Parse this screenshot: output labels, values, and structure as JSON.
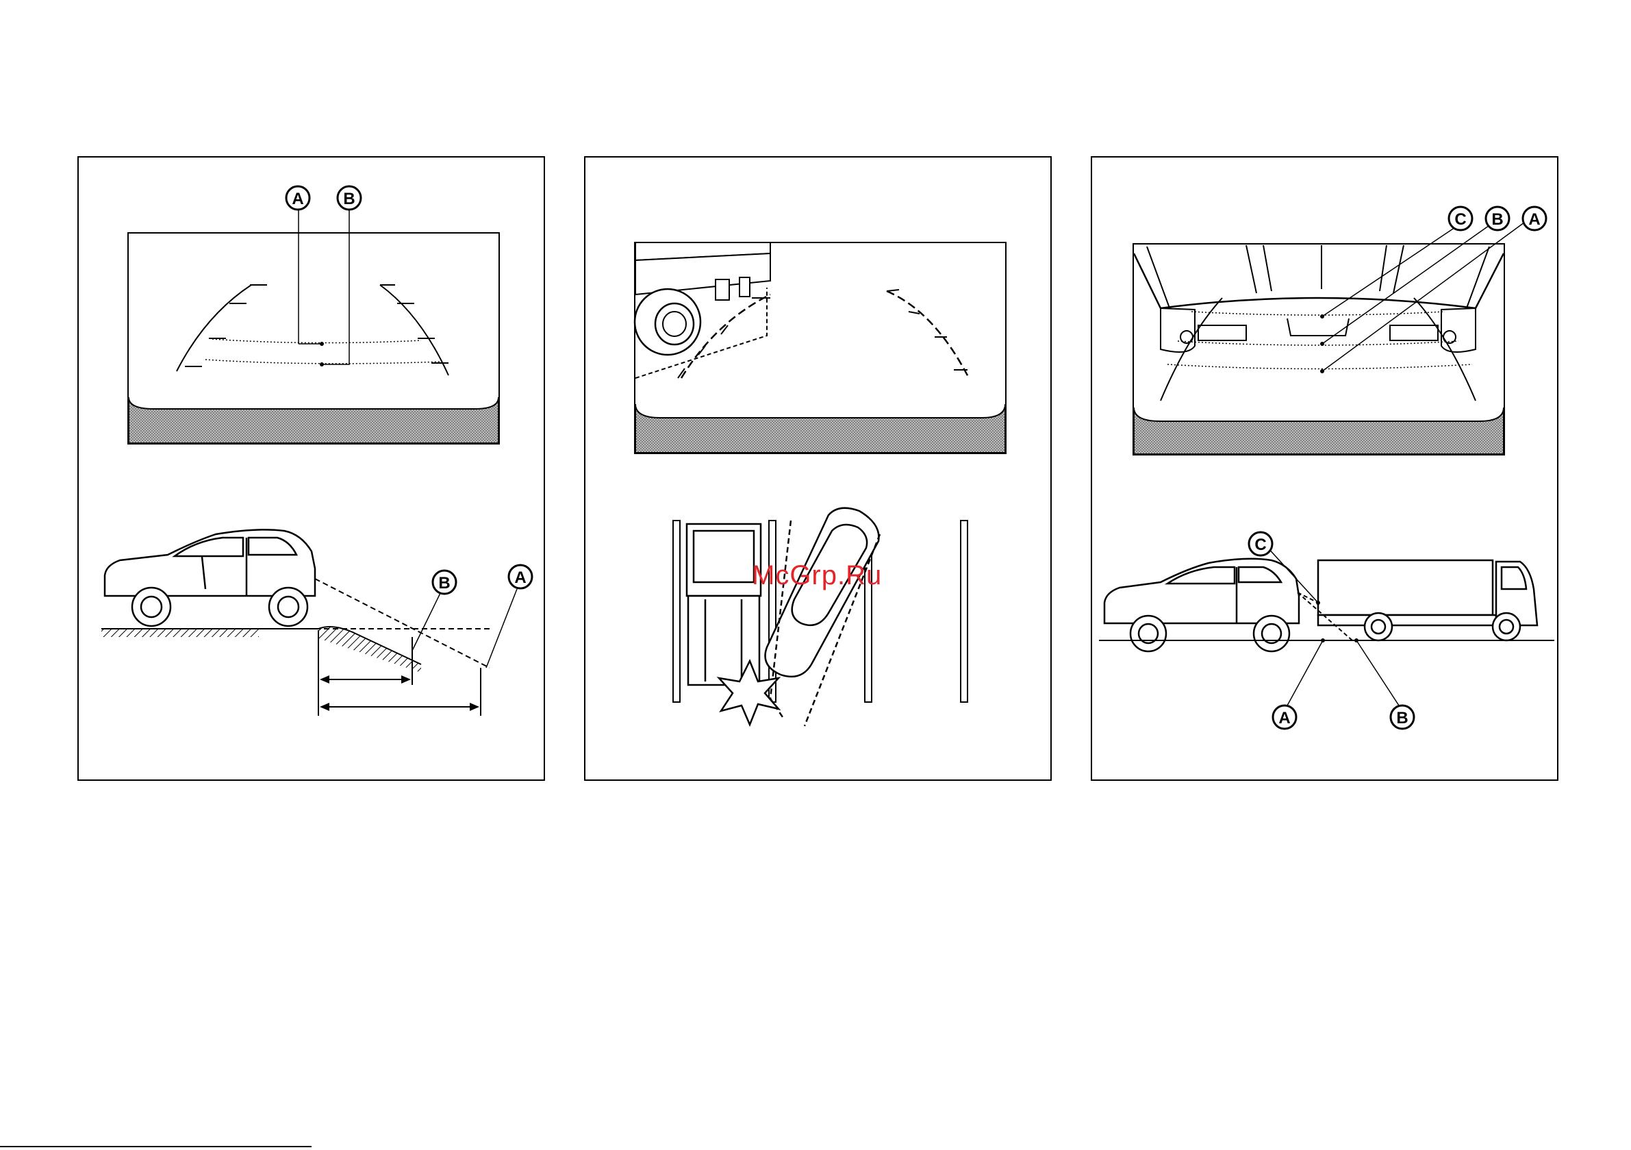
{
  "panels": [
    {
      "callouts": [
        "A",
        "B",
        "B",
        "A"
      ]
    },
    {
      "callouts": []
    },
    {
      "callouts": [
        "C",
        "B",
        "A",
        "C",
        "A",
        "B"
      ]
    }
  ],
  "watermark": "McGrp.Ru",
  "colors": {
    "line": "#000000",
    "watermark": "#e0262b",
    "hatch": "#9a9a9a"
  }
}
